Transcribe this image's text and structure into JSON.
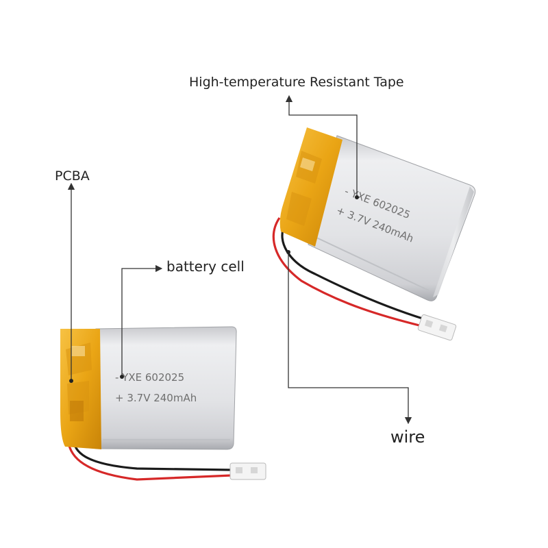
{
  "labels": {
    "tape": "High-temperature Resistant Tape",
    "pcba": "PCBA",
    "battery_cell": "battery cell",
    "wire": "wire"
  },
  "battery": {
    "model_line": "- YXE 602025",
    "spec_line": "+ 3.7V 240mAh"
  },
  "colors": {
    "tape": "#f2b01e",
    "cell_silver": "#d9dade",
    "red_wire": "#d62828",
    "black_wire": "#1b1b1b",
    "connector": "#f1f1f1",
    "leader_line": "#333333"
  },
  "icons": [
    "arrow-up-icon",
    "arrow-right-icon",
    "arrow-down-icon"
  ]
}
